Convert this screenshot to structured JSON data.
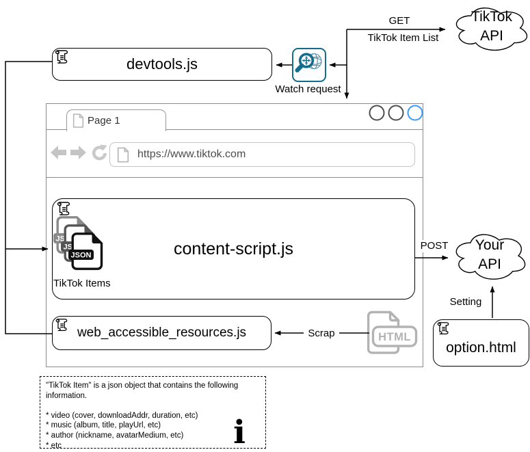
{
  "colors": {
    "accent_blue": "#3b99fc",
    "icon_teal": "#156b8a",
    "chrome_gray": "#8a8a8a",
    "nav_icon_gray": "#c4c4c4",
    "html_icon_gray": "#b3b3b3",
    "line_black": "#000000"
  },
  "external": {
    "tiktok_api": {
      "line1": "TikTok",
      "line2": "API"
    },
    "your_api": {
      "line1": "Your",
      "line2": "API"
    }
  },
  "edges": {
    "get": "GET",
    "get_payload": "TikTok Item List",
    "watch_request": "Watch request",
    "post": "POST",
    "scrap": "Scrap",
    "setting": "Setting"
  },
  "nodes": {
    "devtools": "devtools.js",
    "content_script": "content-script.js",
    "tiktok_items": "TikTok Items",
    "json_badge": "JSON",
    "war": "web_accessible_resources.js",
    "html_badge": "HTML",
    "option": "option.html"
  },
  "browser": {
    "tab": "Page 1",
    "url": "https://www.tiktok.com"
  },
  "note": {
    "lines": [
      "\"TikTok Item\" is a json object that contains the following",
      "information.",
      "",
      "* video (cover, downloadAddr, duration, etc)",
      "* music (album, title, playUrl, etc)",
      "* author (nickname, avatarMedium, etc)",
      "* etc"
    ],
    "info_glyph": "i"
  }
}
